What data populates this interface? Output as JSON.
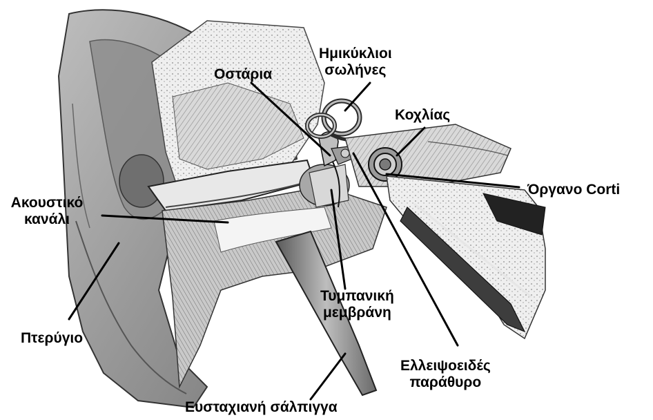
{
  "labels": {
    "semicircular_canals": [
      "Ημικύκλιοι",
      "σωλήνες"
    ],
    "ossicles": "Οστάρια",
    "cochlea": "Κοχλίας",
    "organ_of_corti": "Όργανο Corti",
    "ear_canal": [
      "Ακουστικό",
      "κανάλι"
    ],
    "tympanic_membrane": [
      "Τυμπανική",
      "μεμβράνη"
    ],
    "pinna": "Πτερύγιο",
    "oval_window": [
      "Ελλειψοειδές",
      "παράθυρο"
    ],
    "eustachian_tube": "Ευσταχιανή σάλπιγγα"
  }
}
